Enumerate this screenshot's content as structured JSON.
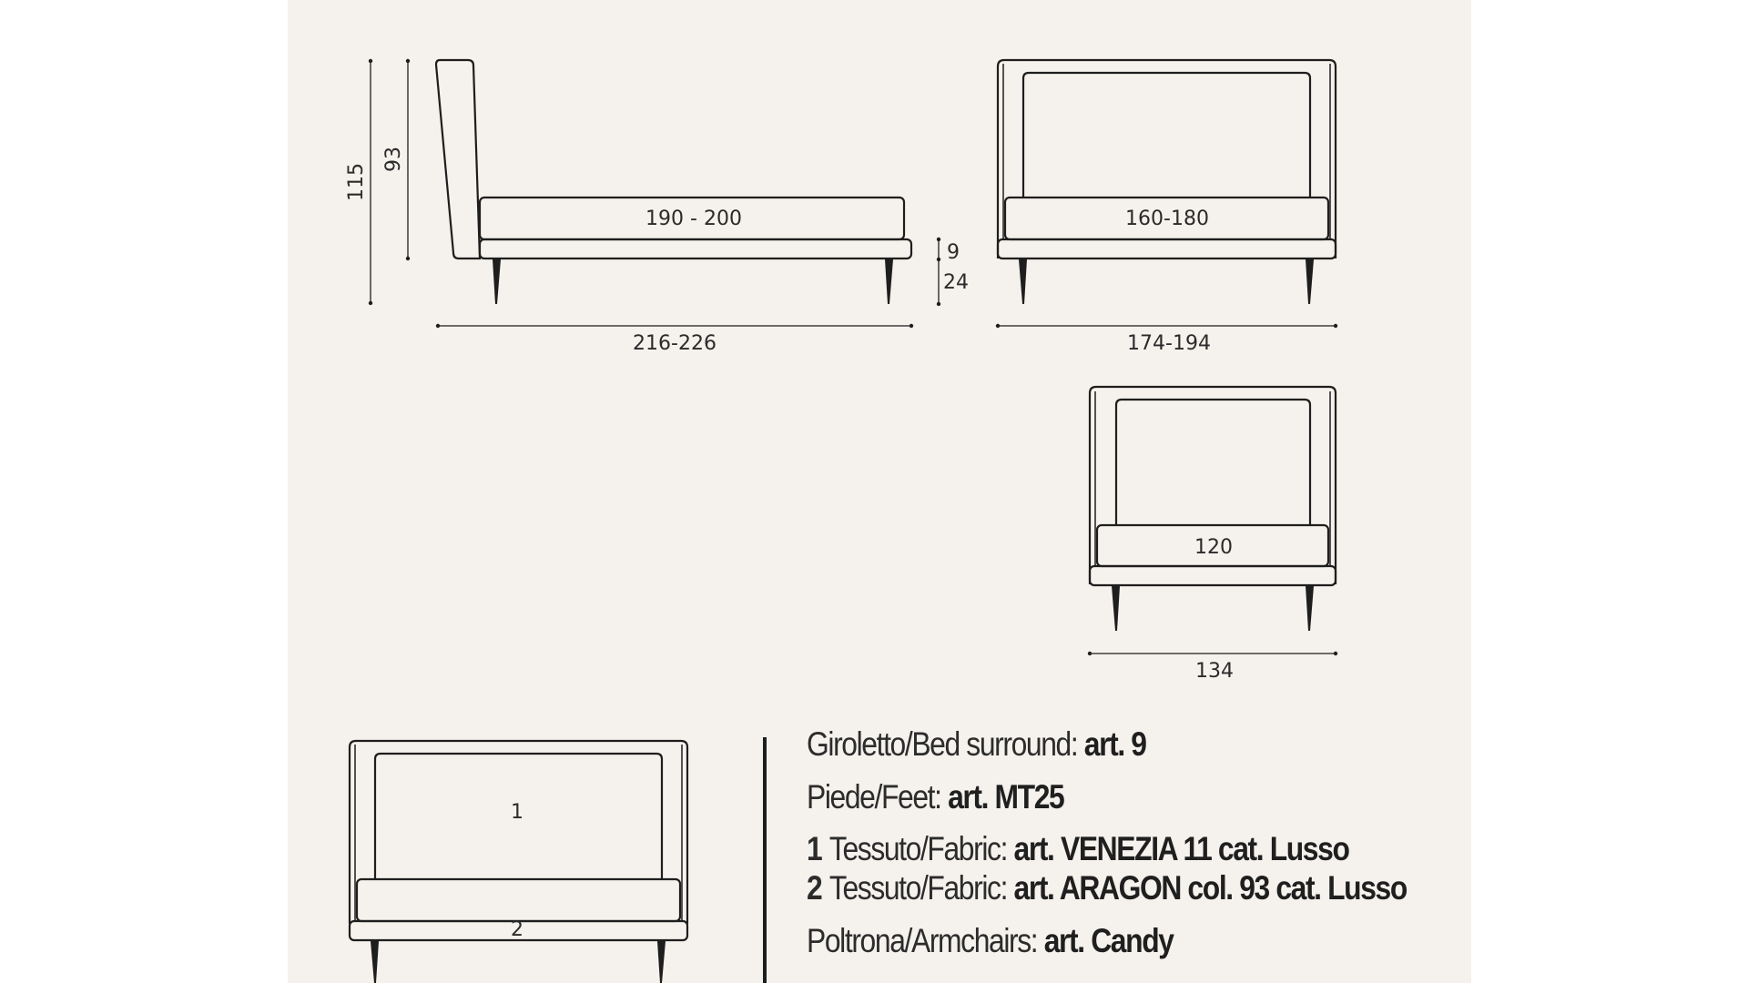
{
  "dimensions": {
    "side_length_mattress": "190 - 200",
    "total_height": "115",
    "headboard_height": "93",
    "frame_height": "9",
    "leg_height": "24",
    "side_total_length": "216-226",
    "front_width_mattress": "160-180",
    "front_total_width": "174-194",
    "single_width_mattress": "120",
    "single_total_width": "134",
    "fabric_1_marker": "1",
    "fabric_2_marker": "2"
  },
  "specs": {
    "bed_surround_label": "Giroletto/Bed surround: ",
    "bed_surround_value": "art. 9",
    "feet_label": "Piede/Feet: ",
    "feet_value": "art. MT25",
    "fabric1_num": "1",
    "fabric1_label": "Tessuto/Fabric: ",
    "fabric1_value": "art. VENEZIA 11 cat. Lusso",
    "fabric2_num": "2",
    "fabric2_label": "Tessuto/Fabric: ",
    "fabric2_value": "art. ARAGON col. 93 cat. Lusso",
    "armchairs_label": "Poltrona/Armchairs: ",
    "armchairs_value": "art. Candy"
  },
  "colors": {
    "background": "#f5f1ec",
    "line": "#1e1e1e"
  }
}
